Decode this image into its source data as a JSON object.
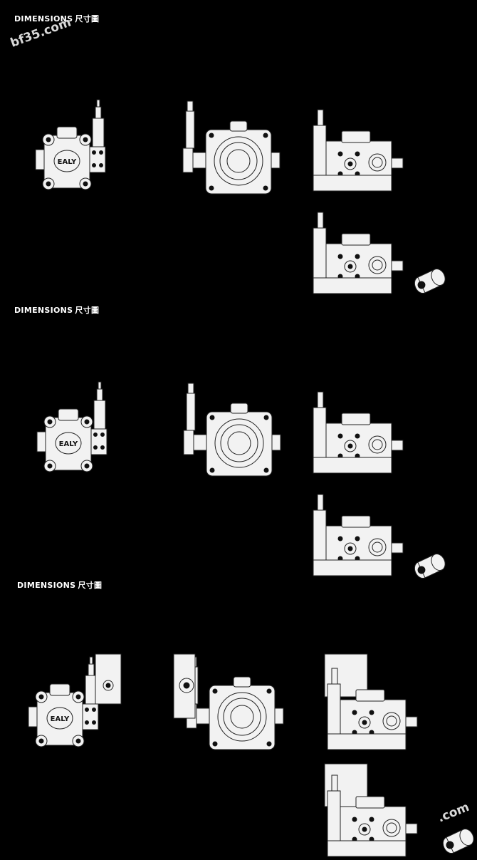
{
  "sections": [
    {
      "heading": "DIMENSIONS",
      "heading_cn": "尺寸圖"
    },
    {
      "heading": "DIMENSIONS",
      "heading_cn": "尺寸圖"
    },
    {
      "heading": "DIMENSIONS",
      "heading_cn": "尺寸圖"
    }
  ],
  "watermark_top": "bf35.com",
  "watermark_bottom": ".com",
  "pump_logo": "EALY",
  "colors": {
    "background": "#000000",
    "drawing": "#f2f2f2",
    "line": "#222222"
  }
}
